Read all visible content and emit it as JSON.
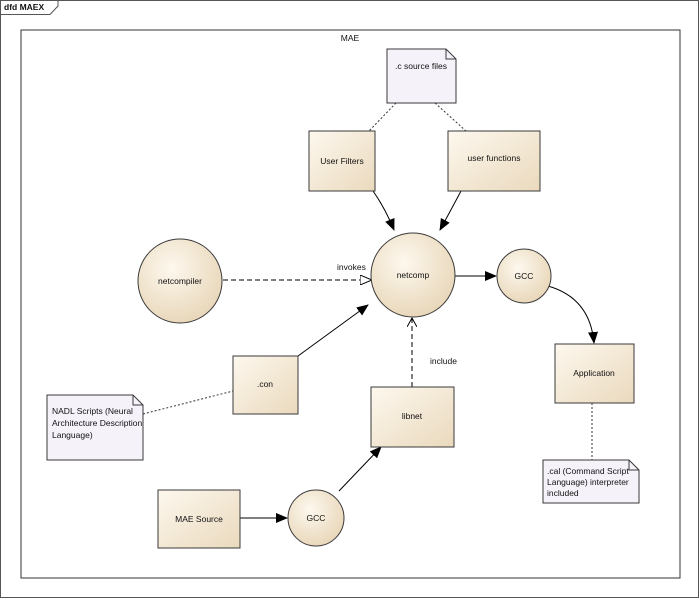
{
  "frame": {
    "title": "dfd MAEX",
    "boundary_label": "MAE"
  },
  "nodes": {
    "user_filters": "User Filters",
    "user_functions": "user functions",
    "netcompiler": "netcompiler",
    "netcomp": "netcomp",
    "gcc_top": "GCC",
    "application": "Application",
    "con": ".con",
    "libnet": "libnet",
    "mae_source": "MAE Source",
    "gcc_bottom": "GCC"
  },
  "notes": {
    "c_source": ".c source files",
    "nadl": [
      "NADL Scripts (Neural",
      "Architecture Description",
      "Language)"
    ],
    "cal": [
      ".cal (Command Script",
      "Language)  interpreter",
      "included"
    ]
  },
  "edge_labels": {
    "invokes": "invokes",
    "include": "include"
  },
  "colors": {
    "node_fill_light": "#fdf8ee",
    "node_fill_dark": "#ead9bd",
    "note_fill": "#f6f2fa",
    "line": "#000000"
  }
}
